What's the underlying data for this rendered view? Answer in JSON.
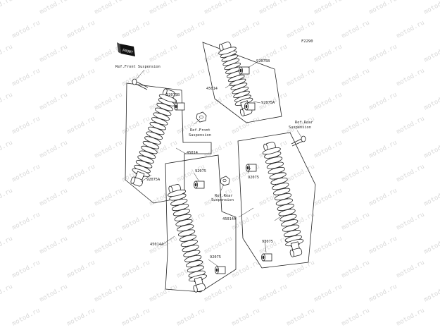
{
  "figure_id": "F2290",
  "logo_text": "FRONT",
  "watermark_text": "motod.ru",
  "colors": {
    "line": "#222222",
    "watermark": "#d9d9d9"
  },
  "labels": {
    "ref_front_top": "Ref.Front Suspension",
    "ref_front_mid_1": "Ref.Front",
    "ref_front_mid_2": "Suspension",
    "ref_rear_top_1": "Ref.Rear",
    "ref_rear_top_2": "Suspension",
    "ref_rear_mid_1": "Ref.Rear",
    "ref_rear_mid_2": "Suspension",
    "p92075B_top": "92075B",
    "p92075A_top": "92075A",
    "p45014_top": "45014",
    "p92075B_fl": "92075B",
    "p45014_fl": "45014",
    "p92075A_fl": "92075A",
    "p92075_rl_top": "92075",
    "p45014A_rl": "45014A",
    "p92075_rl_bot": "92075",
    "p92075_rr_mid": "92075",
    "p45014A_rr": "45014A",
    "p92075_rr_bot": "92075"
  }
}
